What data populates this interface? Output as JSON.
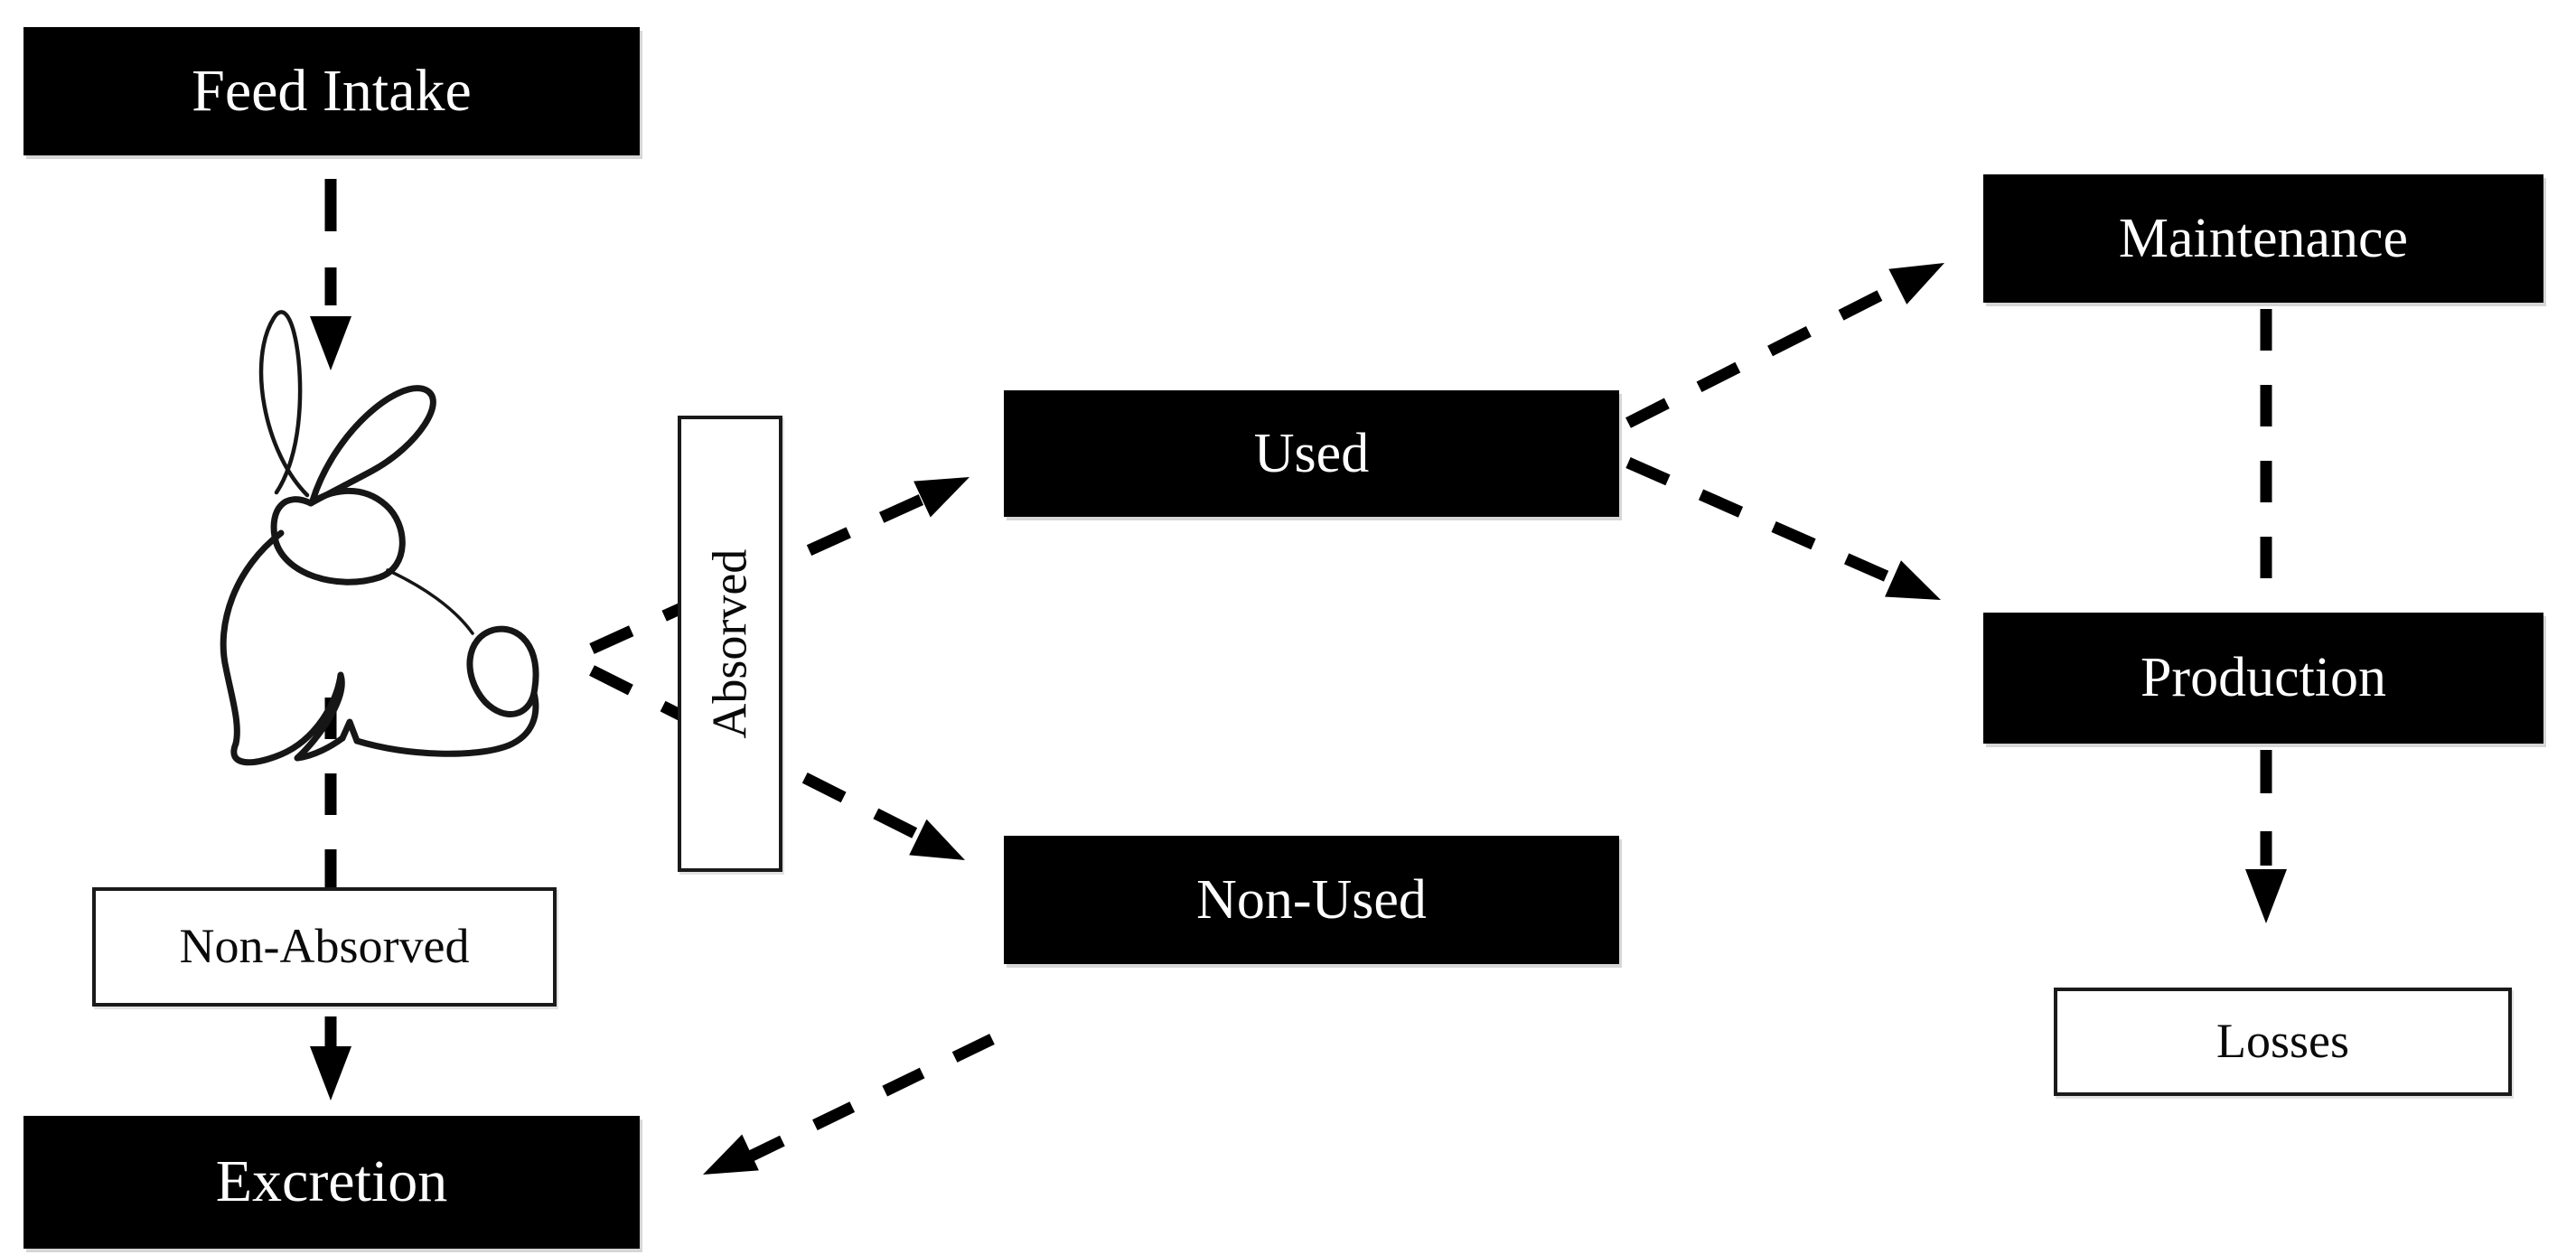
{
  "diagram": {
    "title": "Feed utilization flow diagram (rabbit)",
    "colors": {
      "background": "#ffffff",
      "filled_box_bg": "#000000",
      "filled_box_text": "#ffffff",
      "outlined_box_bg": "#ffffff",
      "outlined_box_text": "#0a0a0a",
      "line_color": "#000000"
    },
    "nodes": {
      "feed_intake": {
        "label": "Feed Intake",
        "variant": "filled"
      },
      "animal": {
        "icon": "rabbit-line-art-icon",
        "variant": "illustration"
      },
      "absorbed": {
        "label": "Absorved",
        "variant": "outlined",
        "orientation": "vertical"
      },
      "non_absorbed": {
        "label": "Non-Absorved",
        "variant": "outlined"
      },
      "used": {
        "label": "Used",
        "variant": "filled"
      },
      "non_used": {
        "label": "Non-Used",
        "variant": "filled"
      },
      "maintenance": {
        "label": "Maintenance",
        "variant": "filled"
      },
      "production": {
        "label": "Production",
        "variant": "filled"
      },
      "losses": {
        "label": "Losses",
        "variant": "outlined"
      },
      "excretion": {
        "label": "Excretion",
        "variant": "filled"
      }
    },
    "edges": [
      {
        "from": "feed_intake",
        "to": "animal",
        "style": "dashed",
        "arrowhead": true
      },
      {
        "from": "animal",
        "to": "used",
        "style": "dashed",
        "arrowhead": true,
        "via": "absorbed"
      },
      {
        "from": "animal",
        "to": "non_used",
        "style": "dashed",
        "arrowhead": true,
        "via": "absorbed"
      },
      {
        "from": "animal",
        "to": "non_absorbed",
        "style": "dashed",
        "arrowhead": false
      },
      {
        "from": "non_absorbed",
        "to": "excretion",
        "style": "dashed",
        "arrowhead": true
      },
      {
        "from": "used",
        "to": "maintenance",
        "style": "dashed",
        "arrowhead": true
      },
      {
        "from": "used",
        "to": "production",
        "style": "dashed",
        "arrowhead": true
      },
      {
        "from": "maintenance",
        "to": "production",
        "style": "dashed",
        "arrowhead": false
      },
      {
        "from": "production",
        "to": "losses",
        "style": "dashed",
        "arrowhead": true
      },
      {
        "from": "non_used",
        "to": "excretion",
        "style": "dashed",
        "arrowhead": true
      }
    ]
  }
}
